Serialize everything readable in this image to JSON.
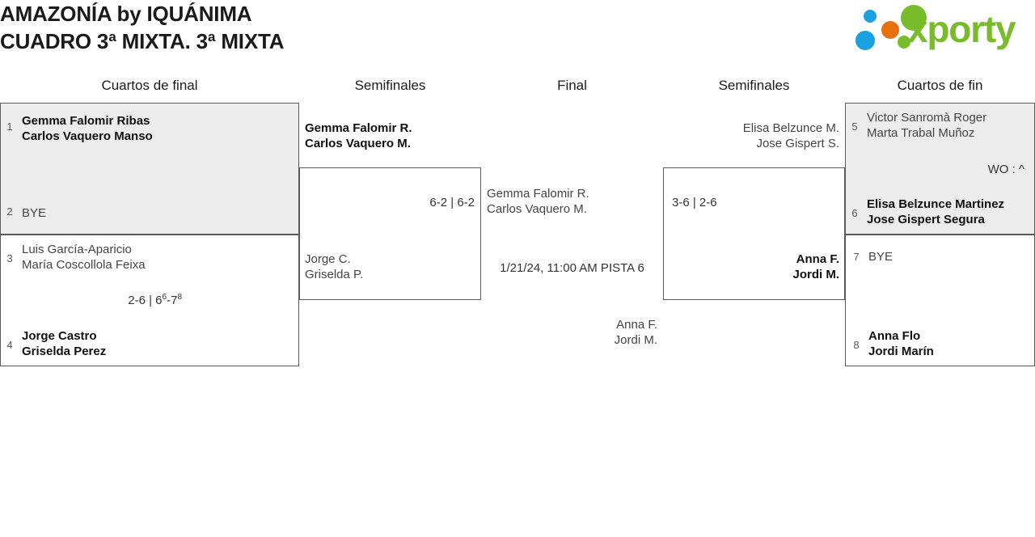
{
  "header": {
    "title_line1": "AMAZONÍA by IQUÁNIMA",
    "title_line2": "CUADRO 3ª MIXTA. 3ª MIXTA",
    "logo_text": "xporty",
    "logo_colors": {
      "green": "#79bc2b",
      "blue": "#1ba0e2",
      "orange": "#e8700d"
    }
  },
  "rounds": {
    "qf_left": "Cuartos de final",
    "sf_left": "Semifinales",
    "final": "Final",
    "sf_right": "Semifinales",
    "qf_right": "Cuartos de fin"
  },
  "bracket": {
    "qf1": {
      "top": {
        "seed": "1",
        "player1": "Gemma Falomir Ribas",
        "player2": "Carlos Vaquero Manso",
        "winner": true
      },
      "bottom": {
        "seed": "2",
        "player1": "BYE",
        "player2": "",
        "winner": false
      },
      "score": ""
    },
    "qf2": {
      "top": {
        "seed": "3",
        "player1": "Luis García-Aparicio",
        "player2": "María Coscollola Feixa",
        "winner": false
      },
      "bottom": {
        "seed": "4",
        "player1": "Jorge Castro",
        "player2": "Griselda Perez",
        "winner": true
      },
      "score_prefix": "2-6 | 6",
      "score_sup1": "6",
      "score_mid": "-7",
      "score_sup2": "8"
    },
    "sf_left": {
      "top": {
        "player1": "Gemma Falomir R.",
        "player2": "Carlos Vaquero M.",
        "winner": true
      },
      "bottom": {
        "player1": "Jorge C.",
        "player2": "Griselda P.",
        "winner": false
      },
      "score": "6-2 | 6-2"
    },
    "final": {
      "top": {
        "player1": "Gemma Falomir R.",
        "player2": "Carlos Vaquero M.",
        "winner": false
      },
      "bottom": {
        "player1": "Anna F.",
        "player2": "Jordi M.",
        "winner": false
      },
      "match_info": "1/21/24, 11:00 AM PISTA 6"
    },
    "sf_right": {
      "top": {
        "player1": "Elisa Belzunce M.",
        "player2": "Jose Gispert S.",
        "winner": false
      },
      "bottom": {
        "player1": "Anna F.",
        "player2": "Jordi M.",
        "winner": true
      },
      "score": "3-6 | 2-6"
    },
    "qf3": {
      "top": {
        "seed": "5",
        "player1": "Victor Sanromà Roger",
        "player2": "Marta Trabal Muñoz",
        "winner": false
      },
      "bottom": {
        "seed": "6",
        "player1": "Elisa Belzunce Martinez",
        "player2": "Jose Gispert Segura",
        "winner": true
      },
      "score": "WO : ^"
    },
    "qf4": {
      "top": {
        "seed": "7",
        "player1": "BYE",
        "player2": "",
        "winner": false
      },
      "bottom": {
        "seed": "8",
        "player1": "Anna Flo",
        "player2": "Jordi Marín",
        "winner": true
      },
      "score": ""
    }
  }
}
